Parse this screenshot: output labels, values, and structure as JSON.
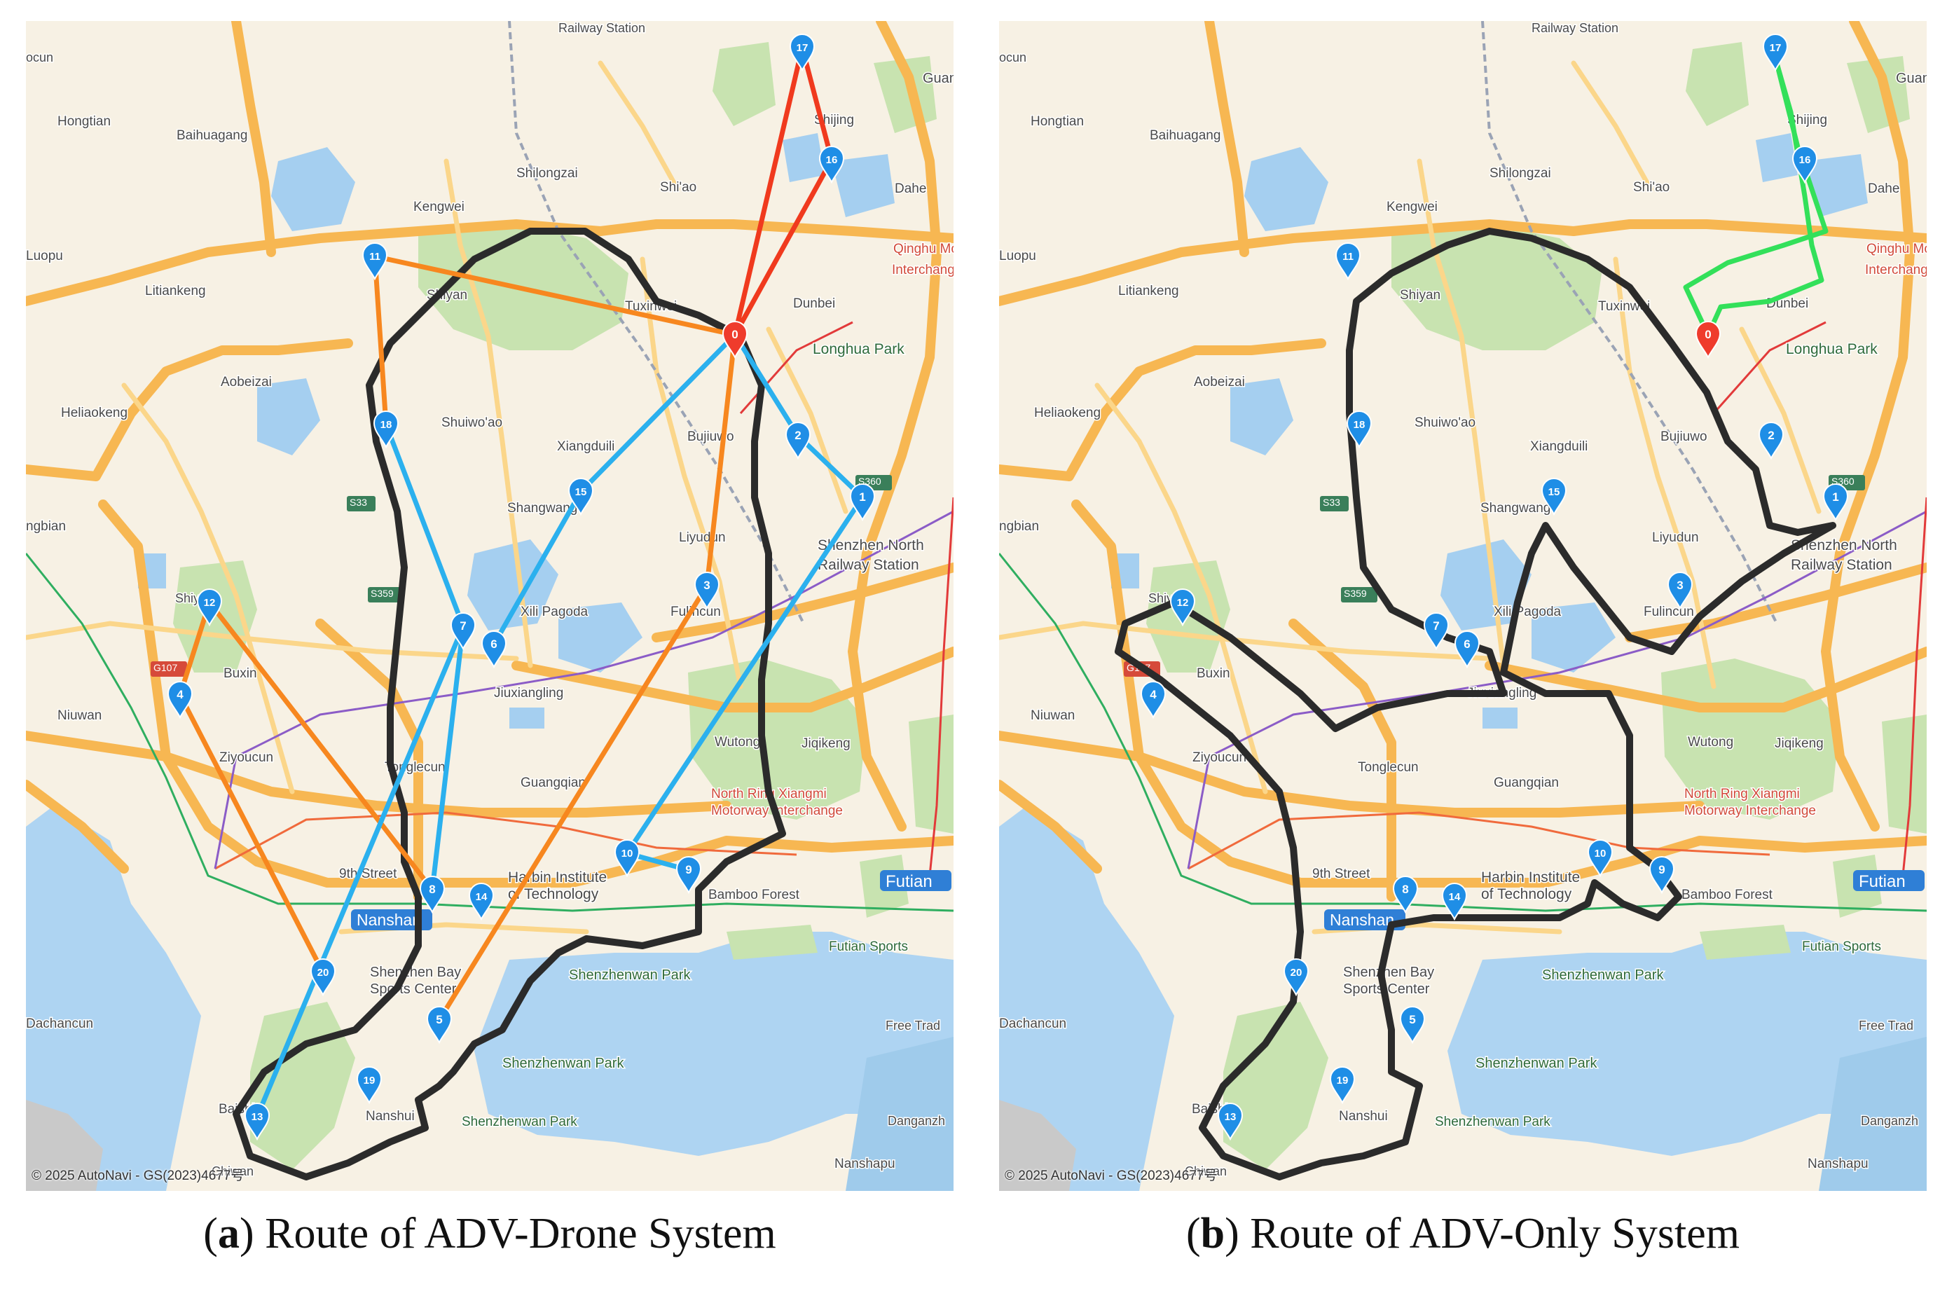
{
  "panels": [
    {
      "id": "a",
      "caption_letter": "a",
      "caption_text": "Route of ADV-Drone System",
      "copyright": "© 2025 AutoNavi - GS(2023)4677号",
      "markers": [
        {
          "label": "17",
          "color": "#1f8ee6"
        },
        {
          "label": "16",
          "color": "#1f8ee6"
        },
        {
          "label": "11",
          "color": "#1f8ee6"
        },
        {
          "label": "0",
          "color": "#ef3b2c"
        },
        {
          "label": "18",
          "color": "#1f8ee6"
        },
        {
          "label": "2",
          "color": "#1f8ee6"
        },
        {
          "label": "15",
          "color": "#1f8ee6"
        },
        {
          "label": "1",
          "color": "#1f8ee6"
        },
        {
          "label": "3",
          "color": "#1f8ee6"
        },
        {
          "label": "12",
          "color": "#1f8ee6"
        },
        {
          "label": "7",
          "color": "#1f8ee6"
        },
        {
          "label": "6",
          "color": "#1f8ee6"
        },
        {
          "label": "4",
          "color": "#1f8ee6"
        },
        {
          "label": "10",
          "color": "#1f8ee6"
        },
        {
          "label": "9",
          "color": "#1f8ee6"
        },
        {
          "label": "8",
          "color": "#1f8ee6"
        },
        {
          "label": "14",
          "color": "#1f8ee6"
        },
        {
          "label": "20",
          "color": "#1f8ee6"
        },
        {
          "label": "5",
          "color": "#1f8ee6"
        },
        {
          "label": "19",
          "color": "#1f8ee6"
        },
        {
          "label": "13",
          "color": "#1f8ee6"
        }
      ],
      "routes": [
        {
          "name": "vehicle",
          "color": "#2b2b2b"
        },
        {
          "name": "drone-red",
          "color": "#f03a1e"
        },
        {
          "name": "drone-orange",
          "color": "#f7871f"
        },
        {
          "name": "drone-blue",
          "color": "#2bb0ee"
        }
      ]
    },
    {
      "id": "b",
      "caption_letter": "b",
      "caption_text": "Route of ADV-Only System",
      "copyright": "© 2025 AutoNavi - GS(2023)4677号",
      "markers": [
        {
          "label": "17",
          "color": "#1f8ee6"
        },
        {
          "label": "16",
          "color": "#1f8ee6"
        },
        {
          "label": "11",
          "color": "#1f8ee6"
        },
        {
          "label": "0",
          "color": "#ef3b2c"
        },
        {
          "label": "18",
          "color": "#1f8ee6"
        },
        {
          "label": "2",
          "color": "#1f8ee6"
        },
        {
          "label": "15",
          "color": "#1f8ee6"
        },
        {
          "label": "1",
          "color": "#1f8ee6"
        },
        {
          "label": "3",
          "color": "#1f8ee6"
        },
        {
          "label": "12",
          "color": "#1f8ee6"
        },
        {
          "label": "7",
          "color": "#1f8ee6"
        },
        {
          "label": "6",
          "color": "#1f8ee6"
        },
        {
          "label": "4",
          "color": "#1f8ee6"
        },
        {
          "label": "10",
          "color": "#1f8ee6"
        },
        {
          "label": "9",
          "color": "#1f8ee6"
        },
        {
          "label": "8",
          "color": "#1f8ee6"
        },
        {
          "label": "14",
          "color": "#1f8ee6"
        },
        {
          "label": "20",
          "color": "#1f8ee6"
        },
        {
          "label": "5",
          "color": "#1f8ee6"
        },
        {
          "label": "19",
          "color": "#1f8ee6"
        },
        {
          "label": "13",
          "color": "#1f8ee6"
        }
      ],
      "routes": [
        {
          "name": "vehicle",
          "color": "#2b2b2b"
        },
        {
          "name": "vehicle-green",
          "color": "#33e05a"
        }
      ]
    }
  ],
  "map_labels": [
    "Railway Station",
    "Guanlan",
    "ocun",
    "Hongtian",
    "Baihuagang",
    "Shijing",
    "Shilongzai",
    "Shi'ao",
    "Dahe",
    "Kengwei",
    "Luopu",
    "Qinghu Motor",
    "Interchange",
    "Litiankeng",
    "Shiyan",
    "Tuxinwei",
    "Dunbei",
    "Longhua Park",
    "Aobeizai",
    "Heliaokeng",
    "Shuiwo'ao",
    "Xiangduili",
    "Bujiuwo",
    "ngbian",
    "Shangwang",
    "Liyudun",
    "Shenzhen North",
    "Railway Station",
    "Xili Pagoda",
    "Fulincun",
    "Shiyan",
    "Buxin",
    "Jiuxiangling",
    "Niuwan",
    "Ziyoucun",
    "Tonglecun",
    "Guangqian",
    "Wutong",
    "Jiqikeng",
    "North Ring Xiangmi",
    "Motorway Interchange",
    "9th Street",
    "Harbin Institute",
    "of Technology",
    "Bamboo Forest",
    "Futian",
    "Nanshan",
    "Futian Sports",
    "Shenzhen Bay",
    "Sports Center",
    "Shenzhenwan Park",
    "Dachancun",
    "Free Trad",
    "Shenzhenwan Park",
    "Baishi",
    "Nanshui",
    "Shenzhenwan Park",
    "Danganzh",
    "Chiwan",
    "Nanshapu",
    "S360",
    "S33",
    "S359",
    "G107"
  ]
}
